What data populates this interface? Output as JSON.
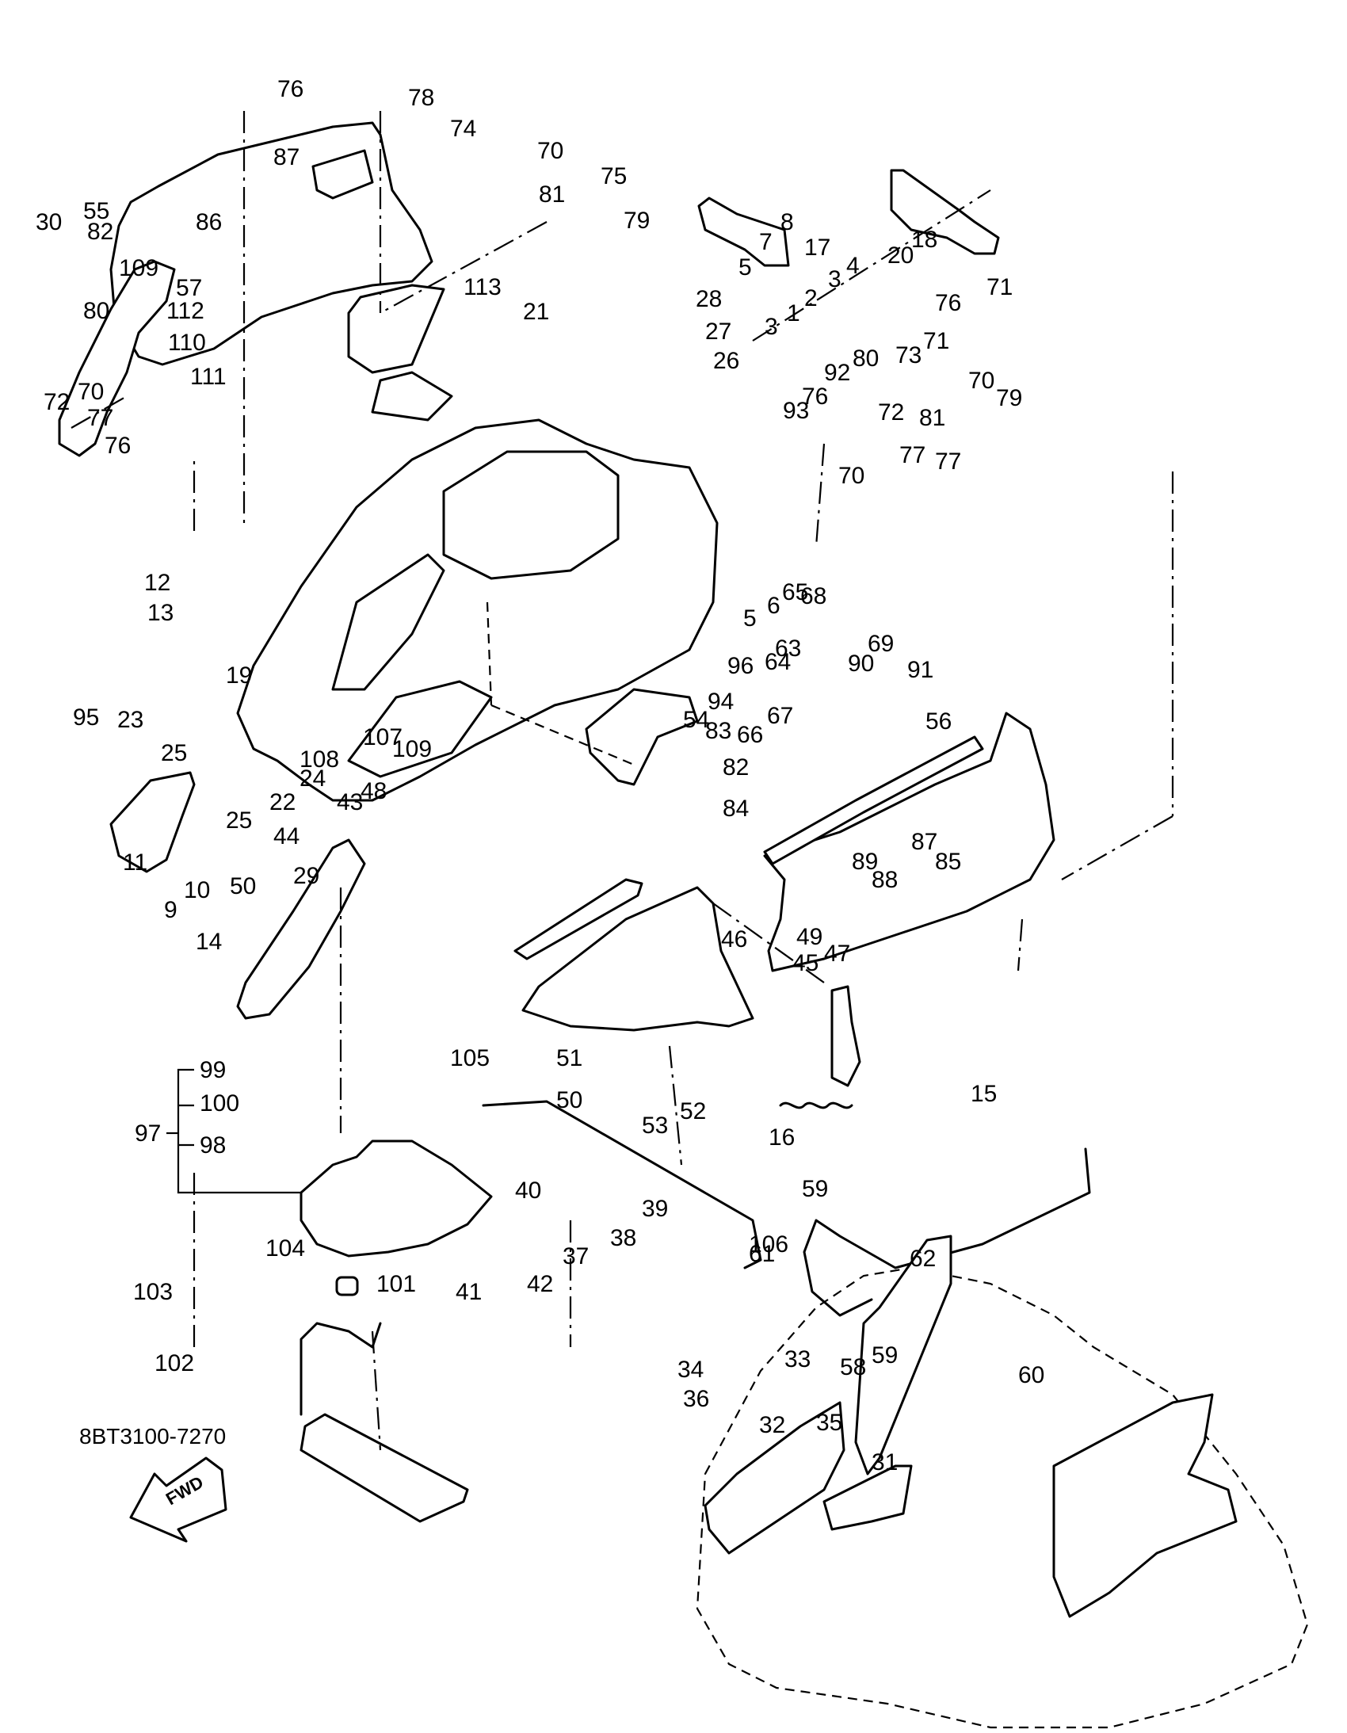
{
  "diagram": {
    "title": "Engine hatch / hood exploded parts diagram",
    "drawing_code": "8BT3100-7270",
    "direction_indicator": "FWD",
    "group_bracket": {
      "label": "97",
      "members": [
        "99",
        "100",
        "98"
      ]
    },
    "callouts": [
      {
        "id": "c76a",
        "label": "76"
      },
      {
        "id": "c78",
        "label": "78"
      },
      {
        "id": "c74",
        "label": "74"
      },
      {
        "id": "c70a",
        "label": "70"
      },
      {
        "id": "c87a",
        "label": "87"
      },
      {
        "id": "c81a",
        "label": "81"
      },
      {
        "id": "c75",
        "label": "75"
      },
      {
        "id": "c79a",
        "label": "79"
      },
      {
        "id": "c55",
        "label": "55"
      },
      {
        "id": "c86",
        "label": "86"
      },
      {
        "id": "c82a",
        "label": "82"
      },
      {
        "id": "c30",
        "label": "30"
      },
      {
        "id": "c109a",
        "label": "109"
      },
      {
        "id": "c57",
        "label": "57"
      },
      {
        "id": "c80a",
        "label": "80"
      },
      {
        "id": "c72a",
        "label": "72"
      },
      {
        "id": "c70b",
        "label": "70"
      },
      {
        "id": "c77a",
        "label": "77"
      },
      {
        "id": "c76b",
        "label": "76"
      },
      {
        "id": "c112",
        "label": "112"
      },
      {
        "id": "c113",
        "label": "113"
      },
      {
        "id": "c110",
        "label": "110"
      },
      {
        "id": "c111",
        "label": "111"
      },
      {
        "id": "c21",
        "label": "21"
      },
      {
        "id": "c12",
        "label": "12"
      },
      {
        "id": "c13",
        "label": "13"
      },
      {
        "id": "c8",
        "label": "8"
      },
      {
        "id": "c7",
        "label": "7"
      },
      {
        "id": "c5a",
        "label": "5"
      },
      {
        "id": "c17",
        "label": "17"
      },
      {
        "id": "c20",
        "label": "20"
      },
      {
        "id": "c18",
        "label": "18"
      },
      {
        "id": "c28",
        "label": "28"
      },
      {
        "id": "c27",
        "label": "27"
      },
      {
        "id": "c26",
        "label": "26"
      },
      {
        "id": "c3a",
        "label": "3"
      },
      {
        "id": "c4",
        "label": "4"
      },
      {
        "id": "c2",
        "label": "2"
      },
      {
        "id": "c1",
        "label": "1"
      },
      {
        "id": "c3b",
        "label": "3"
      },
      {
        "id": "c92",
        "label": "92"
      },
      {
        "id": "c93",
        "label": "93"
      },
      {
        "id": "c80b",
        "label": "80"
      },
      {
        "id": "c73",
        "label": "73"
      },
      {
        "id": "c71a",
        "label": "71"
      },
      {
        "id": "c76c",
        "label": "76"
      },
      {
        "id": "c71b",
        "label": "71"
      },
      {
        "id": "c70c",
        "label": "70"
      },
      {
        "id": "c79b",
        "label": "79"
      },
      {
        "id": "c76d",
        "label": "76"
      },
      {
        "id": "c72b",
        "label": "72"
      },
      {
        "id": "c81b",
        "label": "81"
      },
      {
        "id": "c77b",
        "label": "77"
      },
      {
        "id": "c77c",
        "label": "77"
      },
      {
        "id": "c70d",
        "label": "70"
      },
      {
        "id": "c5b",
        "label": "5"
      },
      {
        "id": "c6",
        "label": "6"
      },
      {
        "id": "c65",
        "label": "65"
      },
      {
        "id": "c68",
        "label": "68"
      },
      {
        "id": "c69",
        "label": "69"
      },
      {
        "id": "c63",
        "label": "63"
      },
      {
        "id": "c64",
        "label": "64"
      },
      {
        "id": "c90",
        "label": "90"
      },
      {
        "id": "c91",
        "label": "91"
      },
      {
        "id": "c19",
        "label": "19"
      },
      {
        "id": "c96",
        "label": "96"
      },
      {
        "id": "c94",
        "label": "94"
      },
      {
        "id": "c66",
        "label": "66"
      },
      {
        "id": "c67",
        "label": "67"
      },
      {
        "id": "c56",
        "label": "56"
      },
      {
        "id": "c95",
        "label": "95"
      },
      {
        "id": "c23",
        "label": "23"
      },
      {
        "id": "c25a",
        "label": "25"
      },
      {
        "id": "c25b",
        "label": "25"
      },
      {
        "id": "c22",
        "label": "22"
      },
      {
        "id": "c24",
        "label": "24"
      },
      {
        "id": "c108",
        "label": "108"
      },
      {
        "id": "c107",
        "label": "107"
      },
      {
        "id": "c109b",
        "label": "109"
      },
      {
        "id": "c54",
        "label": "54"
      },
      {
        "id": "c83",
        "label": "83"
      },
      {
        "id": "c82b",
        "label": "82"
      },
      {
        "id": "c48",
        "label": "48"
      },
      {
        "id": "c84",
        "label": "84"
      },
      {
        "id": "c43",
        "label": "43"
      },
      {
        "id": "c44",
        "label": "44"
      },
      {
        "id": "c87b",
        "label": "87"
      },
      {
        "id": "c85",
        "label": "85"
      },
      {
        "id": "c89",
        "label": "89"
      },
      {
        "id": "c88",
        "label": "88"
      },
      {
        "id": "c11",
        "label": "11"
      },
      {
        "id": "c10",
        "label": "10"
      },
      {
        "id": "c9",
        "label": "9"
      },
      {
        "id": "c50a",
        "label": "50"
      },
      {
        "id": "c29",
        "label": "29"
      },
      {
        "id": "c14",
        "label": "14"
      },
      {
        "id": "c49",
        "label": "49"
      },
      {
        "id": "c47",
        "label": "47"
      },
      {
        "id": "c46",
        "label": "46"
      },
      {
        "id": "c45",
        "label": "45"
      },
      {
        "id": "c51",
        "label": "51"
      },
      {
        "id": "c105",
        "label": "105"
      },
      {
        "id": "c50b",
        "label": "50"
      },
      {
        "id": "c52",
        "label": "52"
      },
      {
        "id": "c53",
        "label": "53"
      },
      {
        "id": "c15",
        "label": "15"
      },
      {
        "id": "c16",
        "label": "16"
      },
      {
        "id": "c99",
        "label": "99"
      },
      {
        "id": "c100",
        "label": "100"
      },
      {
        "id": "c97",
        "label": "97"
      },
      {
        "id": "c98",
        "label": "98"
      },
      {
        "id": "c40",
        "label": "40"
      },
      {
        "id": "c39",
        "label": "39"
      },
      {
        "id": "c106",
        "label": "106"
      },
      {
        "id": "c38",
        "label": "38"
      },
      {
        "id": "c37",
        "label": "37"
      },
      {
        "id": "c59a",
        "label": "59"
      },
      {
        "id": "c104",
        "label": "104"
      },
      {
        "id": "c101",
        "label": "101"
      },
      {
        "id": "c41",
        "label": "41"
      },
      {
        "id": "c42",
        "label": "42"
      },
      {
        "id": "c62",
        "label": "62"
      },
      {
        "id": "c61",
        "label": "61"
      },
      {
        "id": "c103",
        "label": "103"
      },
      {
        "id": "c58",
        "label": "58"
      },
      {
        "id": "c59b",
        "label": "59"
      },
      {
        "id": "c33",
        "label": "33"
      },
      {
        "id": "c102",
        "label": "102"
      },
      {
        "id": "c34",
        "label": "34"
      },
      {
        "id": "c60",
        "label": "60"
      },
      {
        "id": "c36",
        "label": "36"
      },
      {
        "id": "c35",
        "label": "35"
      },
      {
        "id": "c32",
        "label": "32"
      },
      {
        "id": "c31",
        "label": "31"
      }
    ]
  }
}
